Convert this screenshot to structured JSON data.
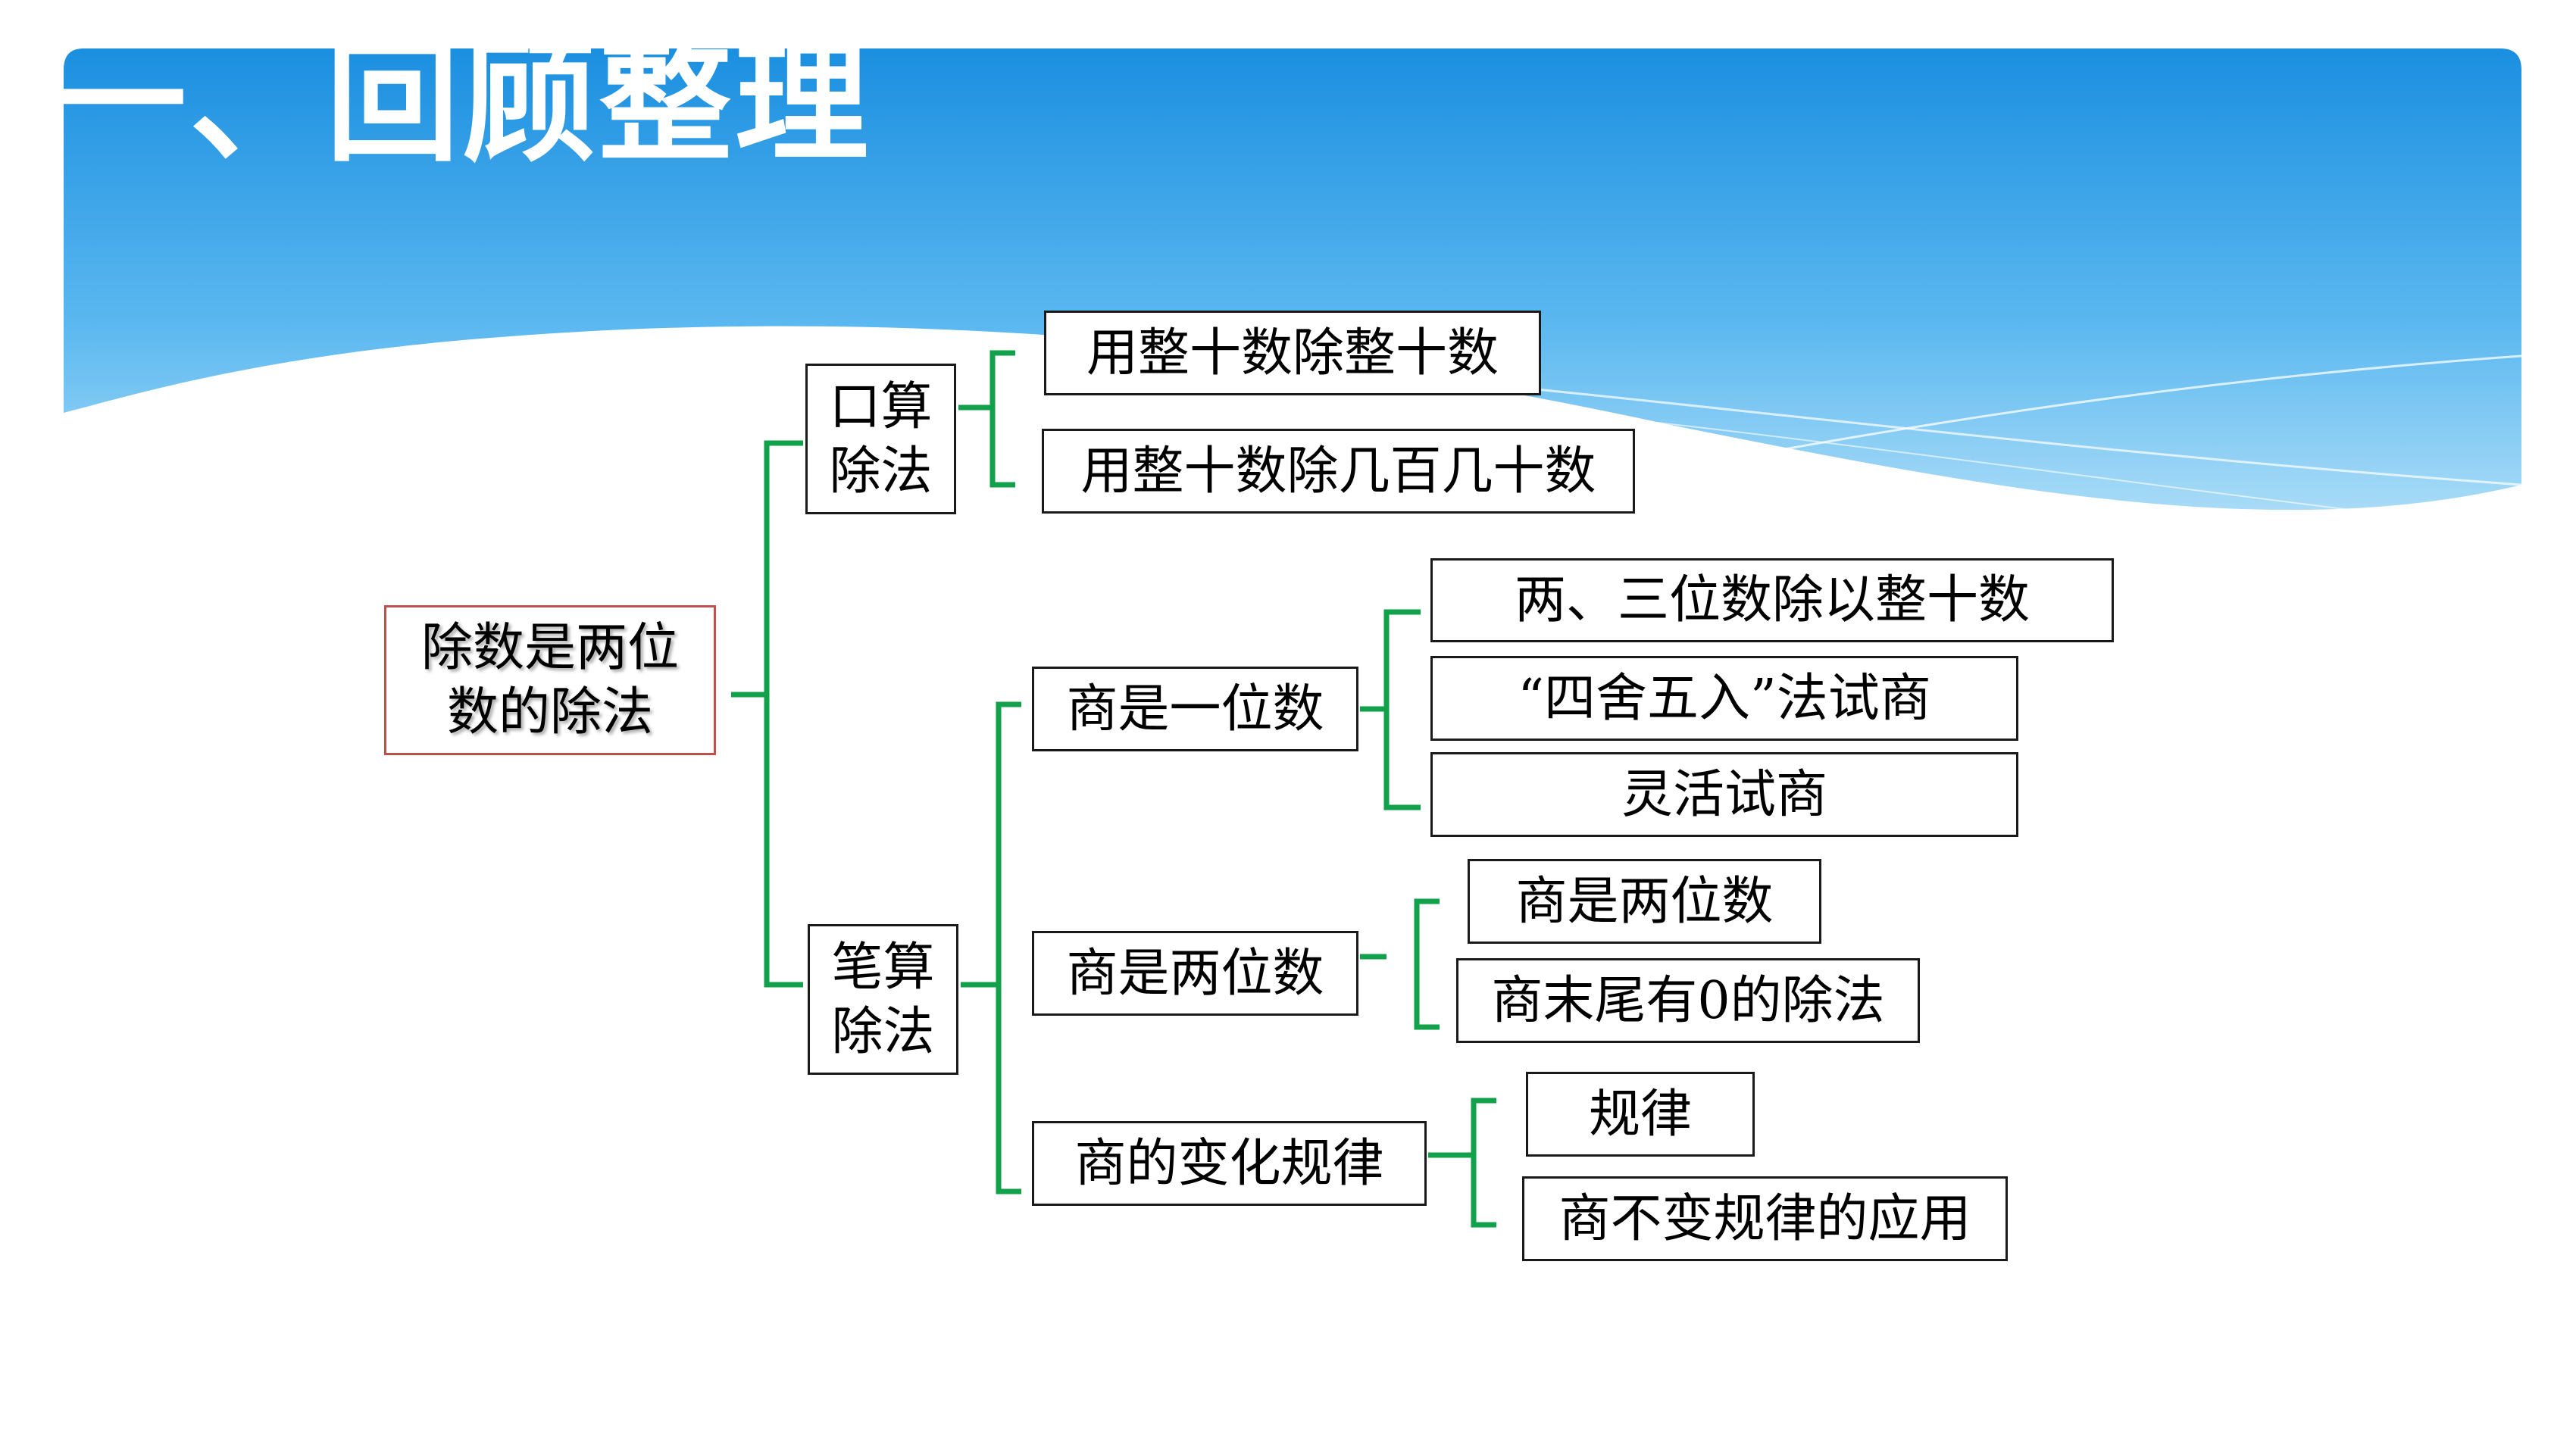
{
  "slide": {
    "title": "一、回顾整理"
  },
  "mindmap": {
    "root": "除数是两位\n数的除法",
    "oral": {
      "label": "口算\n除法",
      "items": [
        "用整十数除整十数",
        "用整十数除几百几十数"
      ]
    },
    "written": {
      "label": "笔算\n除法",
      "one_digit": {
        "label": "商是一位数",
        "items": [
          "两、三位数除以整十数",
          "“四舍五入”法试商",
          "灵活试商"
        ]
      },
      "two_digit": {
        "label": "商是两位数",
        "items": [
          "商是两位数",
          "商末尾有0的除法"
        ]
      },
      "rule": {
        "label": "商的变化规律",
        "items": [
          "规律",
          "商不变规律的应用"
        ]
      }
    }
  },
  "colors": {
    "header_top": "#1b8fe0",
    "header_bottom": "#a8dbf7",
    "branch": "#11a14a",
    "root_border": "#c0504d",
    "box_border": "#1a1a1a"
  }
}
